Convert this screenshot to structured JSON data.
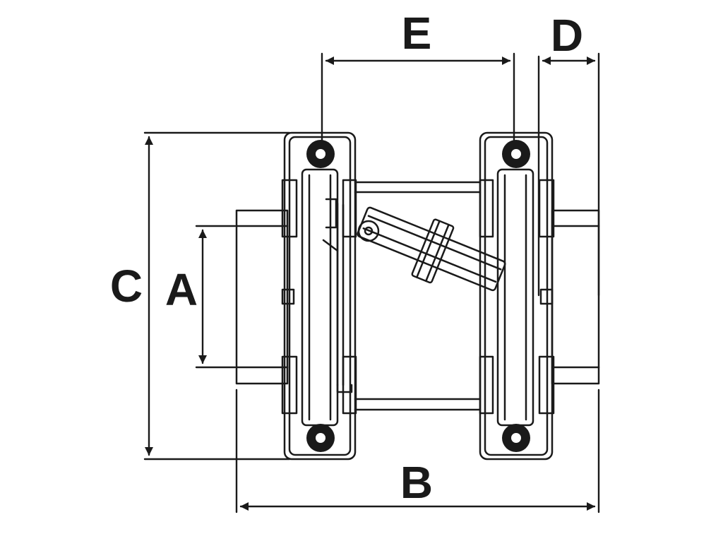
{
  "labels": {
    "A": "A",
    "B": "B",
    "C": "C",
    "D": "D",
    "E": "E"
  },
  "colors": {
    "ink": "#1a1a1a",
    "background": "#ffffff"
  }
}
